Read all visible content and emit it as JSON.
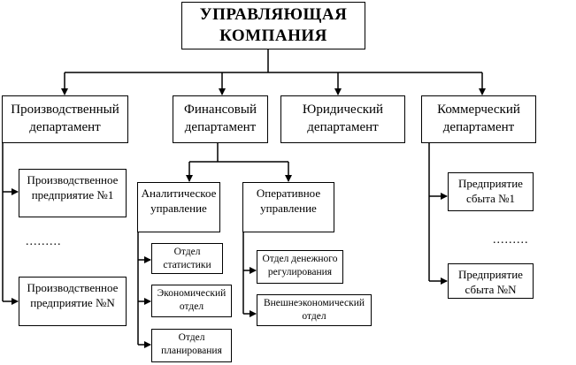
{
  "diagram": {
    "root": {
      "line1": "УПРАВЛЯЮЩАЯ",
      "line2": "КОМПАНИЯ"
    },
    "departments": [
      {
        "line1": "Производственный",
        "line2": "департамент"
      },
      {
        "line1": "Финансовый",
        "line2": "департамент"
      },
      {
        "line1": "Юридический",
        "line2": "департамент"
      },
      {
        "line1": "Коммерческий",
        "line2": "департамент"
      }
    ],
    "production_units": [
      {
        "line1": "Производственное",
        "line2": "предприятие №1"
      },
      {
        "line1": "Производственное",
        "line2": "предприятие №N"
      }
    ],
    "production_ellipsis": ".........",
    "finance_divisions": [
      {
        "line1": "Аналитическое",
        "line2": "управление"
      },
      {
        "line1": "Оперативное",
        "line2": "управление"
      }
    ],
    "analytic_units": [
      {
        "line1": "Отдел",
        "line2": "статистики"
      },
      {
        "line1": "Экономический",
        "line2": "отдел"
      },
      {
        "line1": "Отдел",
        "line2": "планирования"
      }
    ],
    "operative_units": [
      {
        "line1": "Отдел денежного",
        "line2": "регулирования"
      },
      {
        "line1": "Внешнеэкономический",
        "line2": "отдел"
      }
    ],
    "sales_units": [
      {
        "line1": "Предприятие",
        "line2": "сбыта №1"
      },
      {
        "line1": "Предприятие",
        "line2": "сбыта №N"
      }
    ],
    "sales_ellipsis": "........."
  }
}
